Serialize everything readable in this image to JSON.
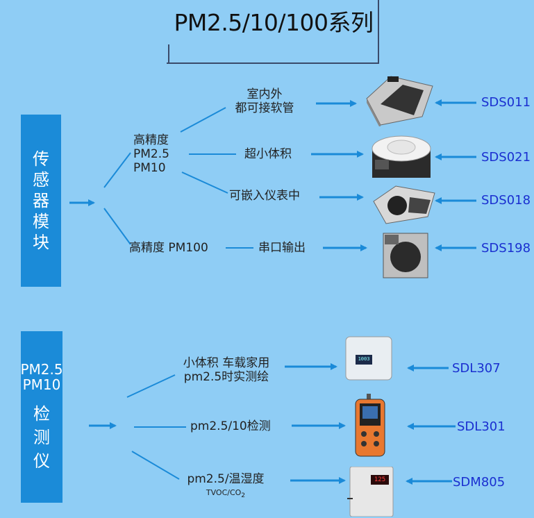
{
  "title": "PM2.5/10/100系列",
  "sensor_section": {
    "box_chars": [
      "传",
      "感",
      "器",
      "模",
      "块"
    ],
    "group_label": [
      "高精度",
      "PM2.5",
      "PM10"
    ],
    "feature_1": [
      "室内外",
      "都可接软管"
    ],
    "feature_2": "超小体积",
    "feature_3": "可嵌入仪表中",
    "pm100_label": "高精度 PM100",
    "feature_4": "串口输出",
    "models": [
      "SDS011",
      "SDS021",
      "SDS018",
      "SDS198"
    ]
  },
  "instrument_section": {
    "box_pm": [
      "PM2.5",
      "PM10"
    ],
    "box_chars": [
      "检",
      "测",
      "仪"
    ],
    "feature_1": [
      "小体积 车载家用",
      "pm2.5时实测绘"
    ],
    "feature_2": "pm2.5/10检测",
    "feature_3": "pm2.5/温湿度",
    "feature_3_sub": "TVOC/CO",
    "feature_3_sub_digit": "2",
    "models": [
      "SDL307",
      "SDL301",
      "SDM805"
    ],
    "sdl307_screen": "1003",
    "sdm805_screen": "125"
  },
  "colors": {
    "background": "#8fcdf5",
    "box": "#1b8bd8",
    "arrow": "#1a8ad8",
    "model_text": "#1a2fd0"
  }
}
